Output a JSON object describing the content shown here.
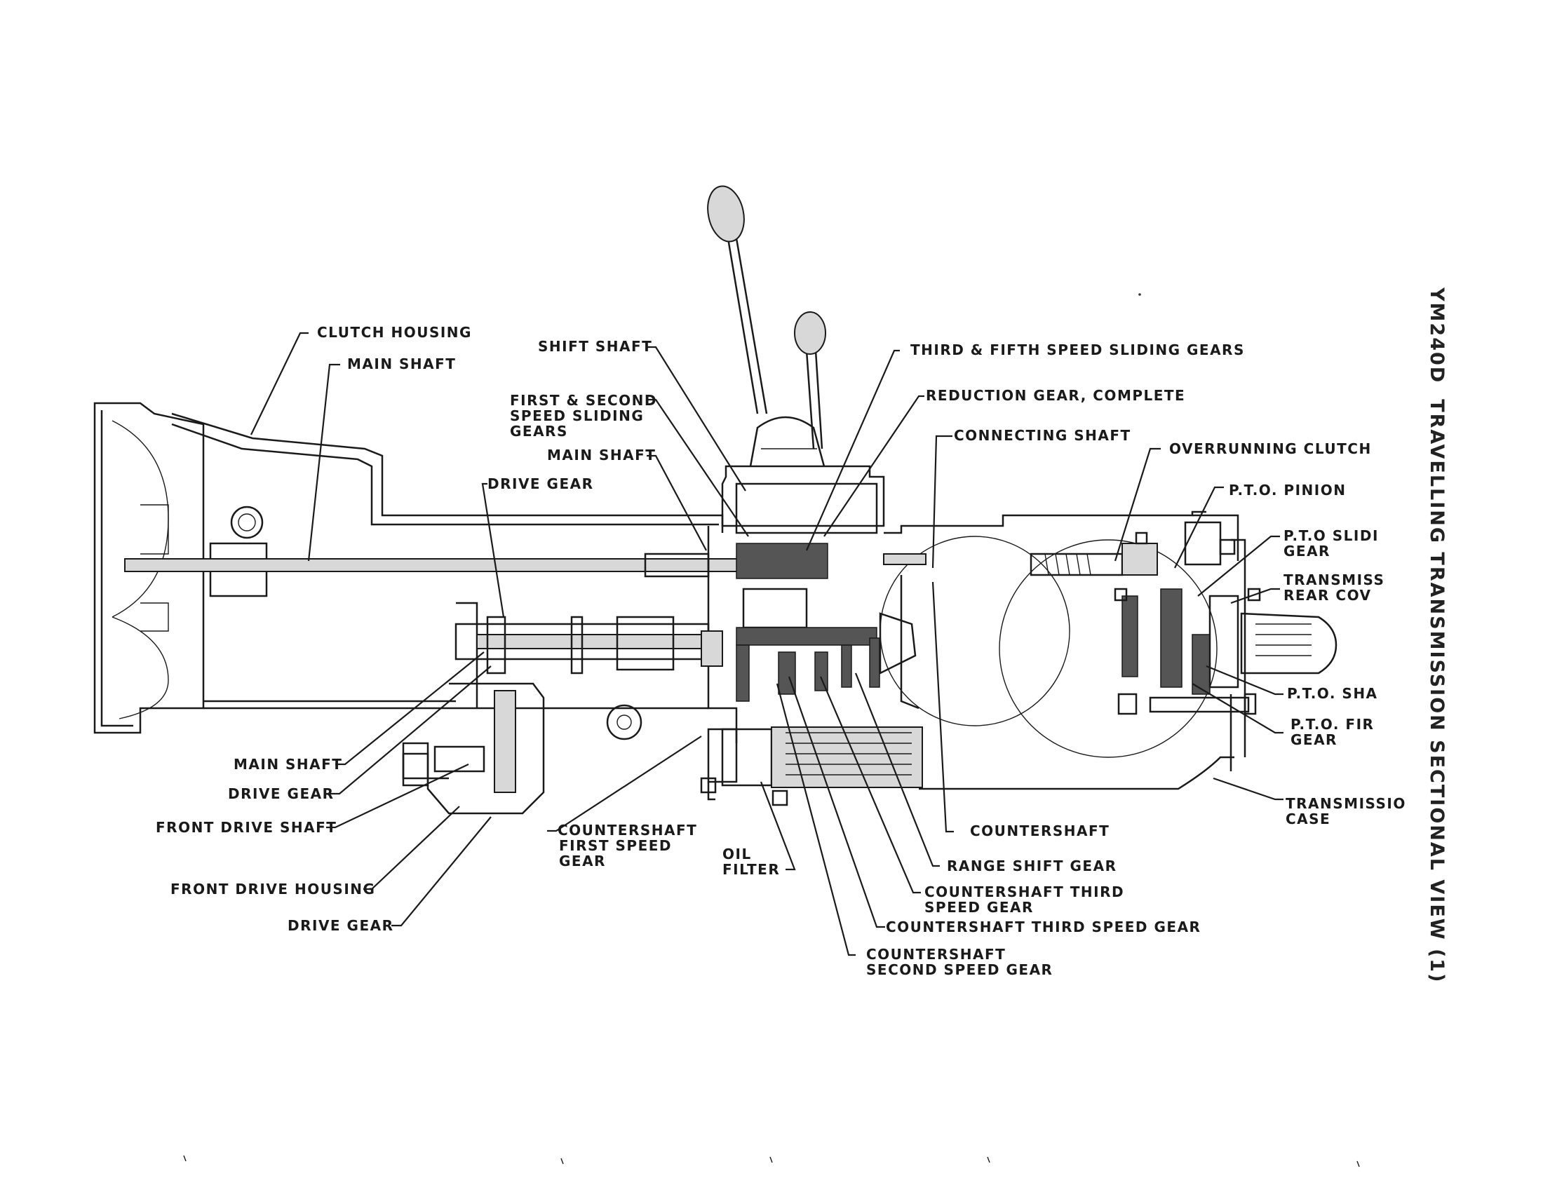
{
  "title": "TRAVELLING TRANSMISSION SECTIONAL VIEW (1)",
  "title_prefix": "YM240D",
  "labels": {
    "clutch_housing": "CLUTCH HOUSING",
    "main_shaft_top": "MAIN SHAFT",
    "shift_shaft": "SHIFT SHAFT",
    "first_second_l1": "FIRST & SECOND",
    "first_second_l2": "SPEED SLIDING",
    "first_second_l3": "GEARS",
    "main_shaft_mid": "MAIN SHAFT",
    "drive_gear_top": "DRIVE GEAR",
    "third_fifth": "THIRD & FIFTH SPEED SLIDING GEARS",
    "reduction_gear": "REDUCTION GEAR, COMPLETE",
    "connecting_shaft": "CONNECTING SHAFT",
    "overrunning_clutch": "OVERRUNNING CLUTCH",
    "pto_pinion": "P.T.O. PINION",
    "pto_sliding_l1": "P.T.O SLIDI",
    "pto_sliding_l2": "GEAR",
    "trans_rear_l1": "TRANSMISS",
    "trans_rear_l2": "REAR COV",
    "pto_shaft": "P.T.O. SHA",
    "pto_first_l1": "P.T.O. FIR",
    "pto_first_l2": "GEAR",
    "trans_case_l1": "TRANSMISSIO",
    "trans_case_l2": "CASE",
    "main_shaft_bottom": "MAIN SHAFT",
    "drive_gear_mid": "DRIVE GEAR",
    "front_drive_shaft": "FRONT DRIVE SHAFT",
    "front_drive_housing": "FRONT DRIVE HOUSING",
    "drive_gear_bottom": "DRIVE GEAR",
    "cs_first_l1": "COUNTERSHAFT",
    "cs_first_l2": "FIRST SPEED",
    "cs_first_l3": "GEAR",
    "oil_filter_l1": "OIL",
    "oil_filter_l2": "FILTER",
    "countershaft": "COUNTERSHAFT",
    "range_shift_gear": "RANGE SHIFT GEAR",
    "cs_third_l1": "COUNTERSHAFT THIRD",
    "cs_third_l2": "SPEED GEAR",
    "cs_third_speed_gear": "COUNTERSHAFT THIRD SPEED GEAR",
    "cs_second_l1": "COUNTERSHAFT",
    "cs_second_l2": "SECOND SPEED GEAR"
  }
}
